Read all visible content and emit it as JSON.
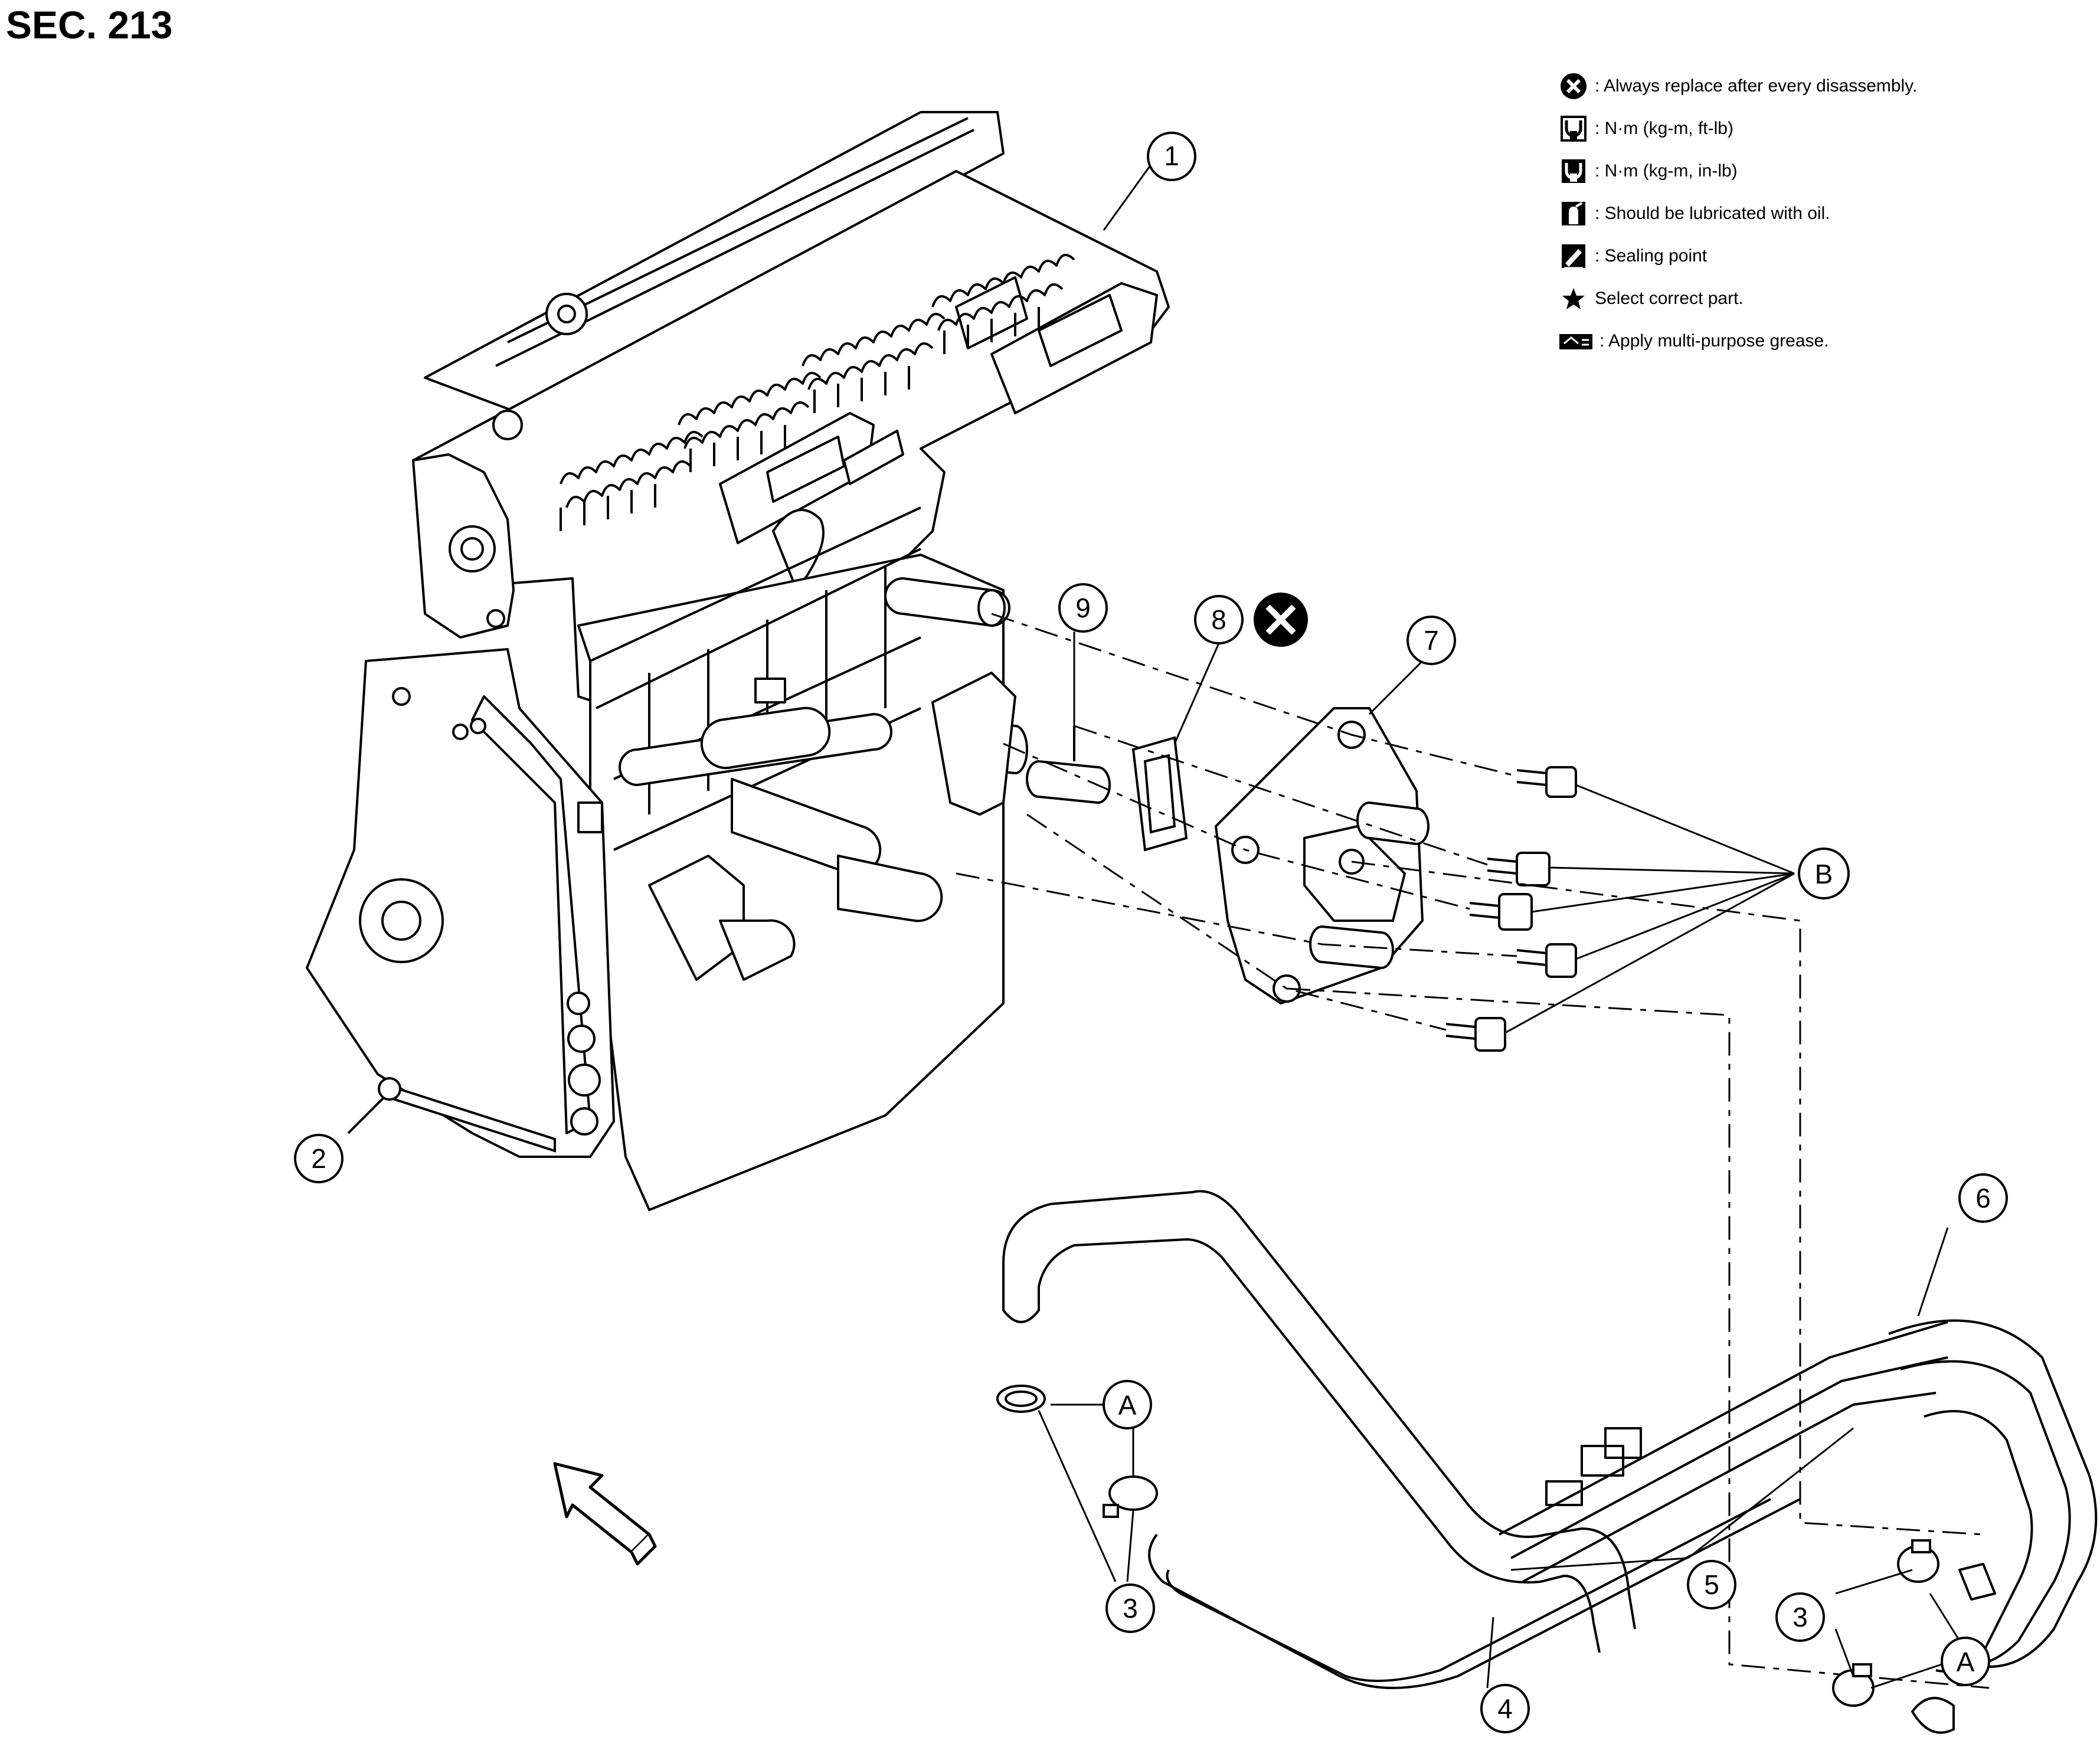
{
  "section_label": "SEC. 213",
  "legend": [
    {
      "icon": "always-replace-icon",
      "text": ": Always replace after every disassembly."
    },
    {
      "icon": "torque-ft-lb-icon",
      "text": ": N·m (kg-m, ft-lb)"
    },
    {
      "icon": "torque-in-lb-icon",
      "text": ": N·m (kg-m, in-lb)"
    },
    {
      "icon": "oil-can-icon",
      "text": ": Should be lubricated with oil."
    },
    {
      "icon": "sealant-icon",
      "text": ": Sealing point"
    },
    {
      "icon": "star-icon",
      "text": "Select correct part."
    },
    {
      "icon": "grease-icon",
      "text": ": Apply multi-purpose grease."
    }
  ],
  "callouts": {
    "c1": "1",
    "c2": "2",
    "c3a": "3",
    "c3b": "3",
    "c4": "4",
    "c5": "5",
    "c6": "6",
    "c7": "7",
    "c8": "8",
    "c9": "9",
    "cA1": "A",
    "cA2": "A",
    "cB": "B"
  }
}
